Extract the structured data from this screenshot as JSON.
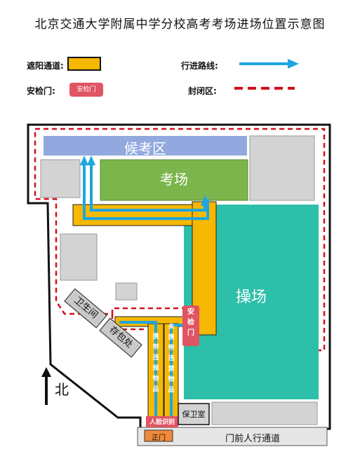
{
  "title": "北京交通大学附属中学分校高考考场进场位置示意图",
  "legend": {
    "shade_label": "遮阳通道:",
    "route_label": "行进路线:",
    "gate_label": "安检门:",
    "gate_chip": "安检门",
    "closed_label": "封闭区:"
  },
  "places": {
    "waiting_area": "候考区",
    "exam_hall": "考场",
    "playground": "操场",
    "restroom": "卫生间",
    "bag_storage": "存包处",
    "security_gate": "安检门",
    "with_items": "携带违规物品",
    "without_items": "未携带违禁物品",
    "face_id": "人脸识别",
    "main_gate": "正门",
    "guard_room": "保卫室",
    "pedestrian_lane": "门前人行通道",
    "north": "北"
  },
  "colors": {
    "shade": "#f6b800",
    "route": "#1ea6e0",
    "gate": "#e05463",
    "closed": "#d0101a",
    "waiting": "#92a9df",
    "exam": "#7bb54b",
    "playground": "#2dbfa9",
    "building": "#d3d3d3"
  }
}
